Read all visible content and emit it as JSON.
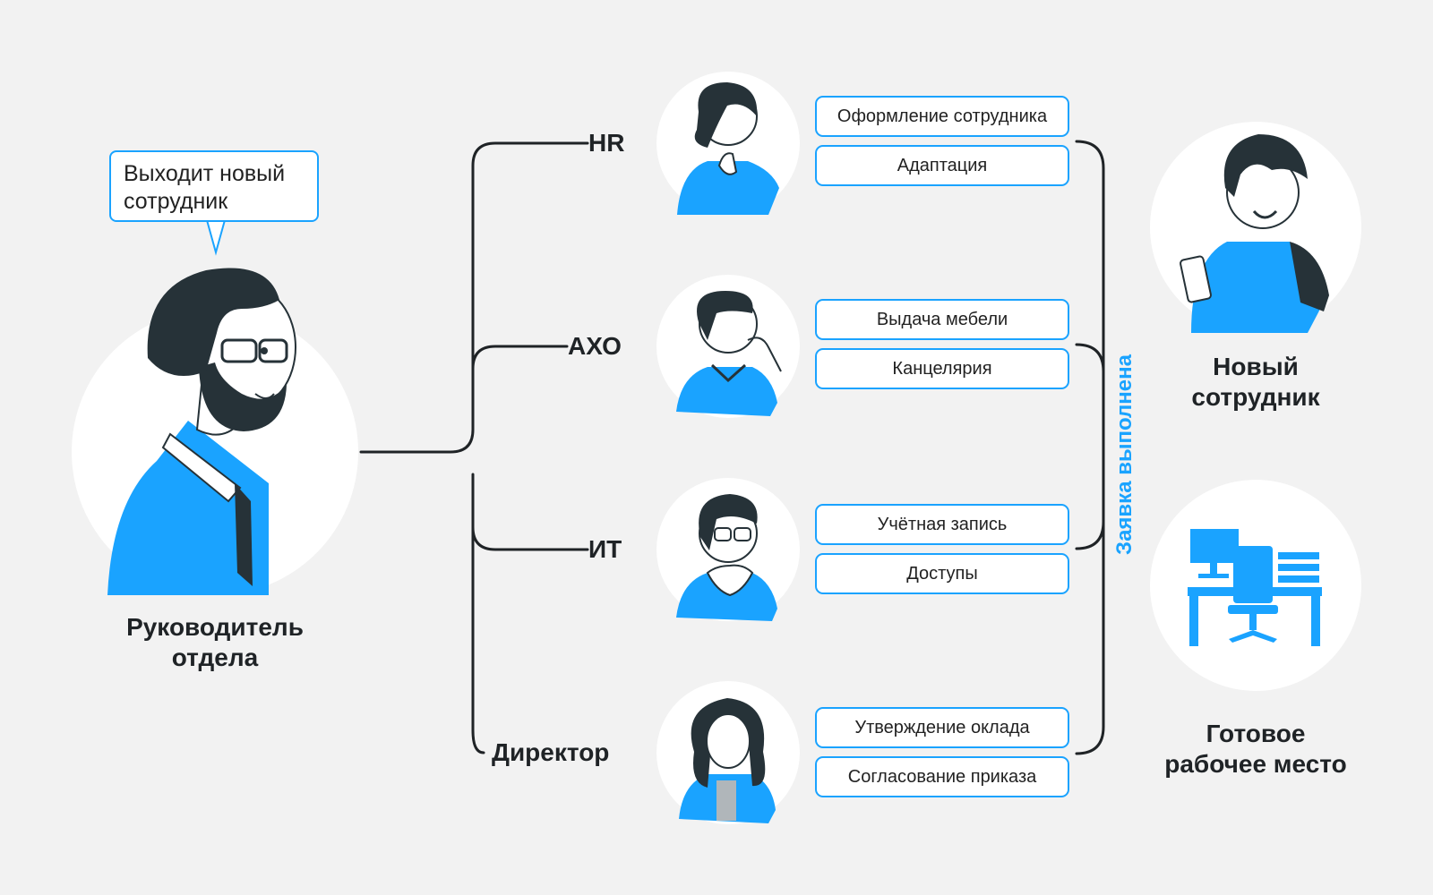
{
  "colors": {
    "accent": "#1aa3ff",
    "ink": "#263238",
    "circle": "#ffffff",
    "background": "#f2f2f2"
  },
  "bubble": {
    "text": "Выходит новый сотрудник"
  },
  "manager": {
    "caption_line1": "Руководитель",
    "caption_line2": "отдела",
    "icon": "bearded-manager-icon"
  },
  "departments": [
    {
      "label": "HR",
      "icon": "hr-woman-icon",
      "tasks": [
        "Оформление сотрудника",
        "Адаптация"
      ]
    },
    {
      "label": "АХО",
      "icon": "admin-man-icon",
      "tasks": [
        "Выдача мебели",
        "Канцелярия"
      ]
    },
    {
      "label": "ИТ",
      "icon": "it-woman-icon",
      "tasks": [
        "Учётная запись",
        "Доступы"
      ]
    },
    {
      "label": "Директор",
      "icon": "director-woman-icon",
      "tasks": [
        "Утверждение оклада",
        "Согласование приказа"
      ]
    }
  ],
  "status": {
    "text": "Заявка выполнена"
  },
  "results": [
    {
      "caption_line1": "Новый",
      "caption_line2": "сотрудник",
      "icon": "new-employee-icon"
    },
    {
      "caption_line1": "Готовое",
      "caption_line2": "рабочее место",
      "icon": "workplace-icon"
    }
  ]
}
